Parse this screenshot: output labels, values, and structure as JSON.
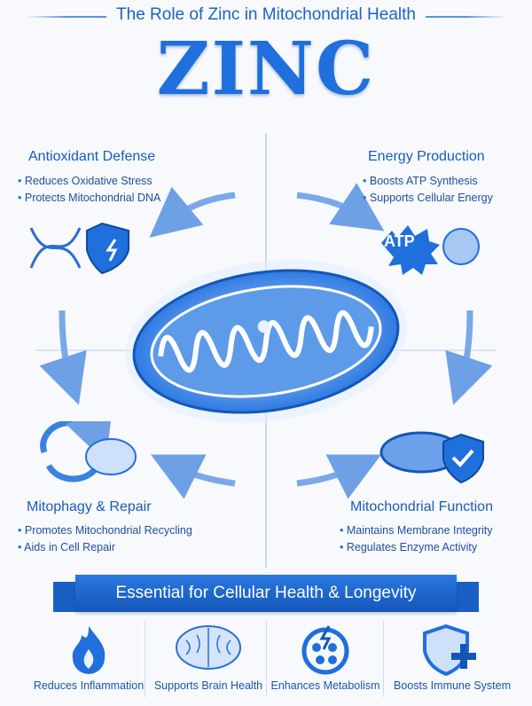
{
  "header": {
    "subtitle": "The Role of Zinc in Mitochondrial Health",
    "title": "ZINC"
  },
  "sections": [
    {
      "title": "Antioxidant Defense",
      "bullets": [
        "Reduces Oxidative Stress",
        "Protects Mitochondrial DNA"
      ],
      "icon": "dna-shield-icon"
    },
    {
      "title": "Energy Production",
      "bullets": [
        "Boosts ATP Synthesis",
        "Supports Cellular Energy"
      ],
      "icon": "atp-icon",
      "icon_text": "ATP"
    },
    {
      "title": "Mitophagy & Repair",
      "bullets": [
        "Promotes Mitochondrial Recycling",
        "Aids in Cell Repair"
      ],
      "icon": "recycle-icon"
    },
    {
      "title": "Mitochondrial Function",
      "bullets": [
        "Maintains Membrane Integrity",
        "Regulates Enzyme Activity"
      ],
      "icon": "check-shield-icon"
    }
  ],
  "banner": "Essential for Cellular Health & Longevity",
  "benefits": [
    {
      "label": "Reduces Inflammation",
      "icon": "flame-icon"
    },
    {
      "label": "Supports Brain Health",
      "icon": "brain-icon"
    },
    {
      "label": "Enhances Metabolism",
      "icon": "metabolism-icon"
    },
    {
      "label": "Boosts Immune System",
      "icon": "shield-plus-icon"
    }
  ],
  "colors": {
    "primary": "#1f6fdc",
    "dark": "#1456b8"
  }
}
